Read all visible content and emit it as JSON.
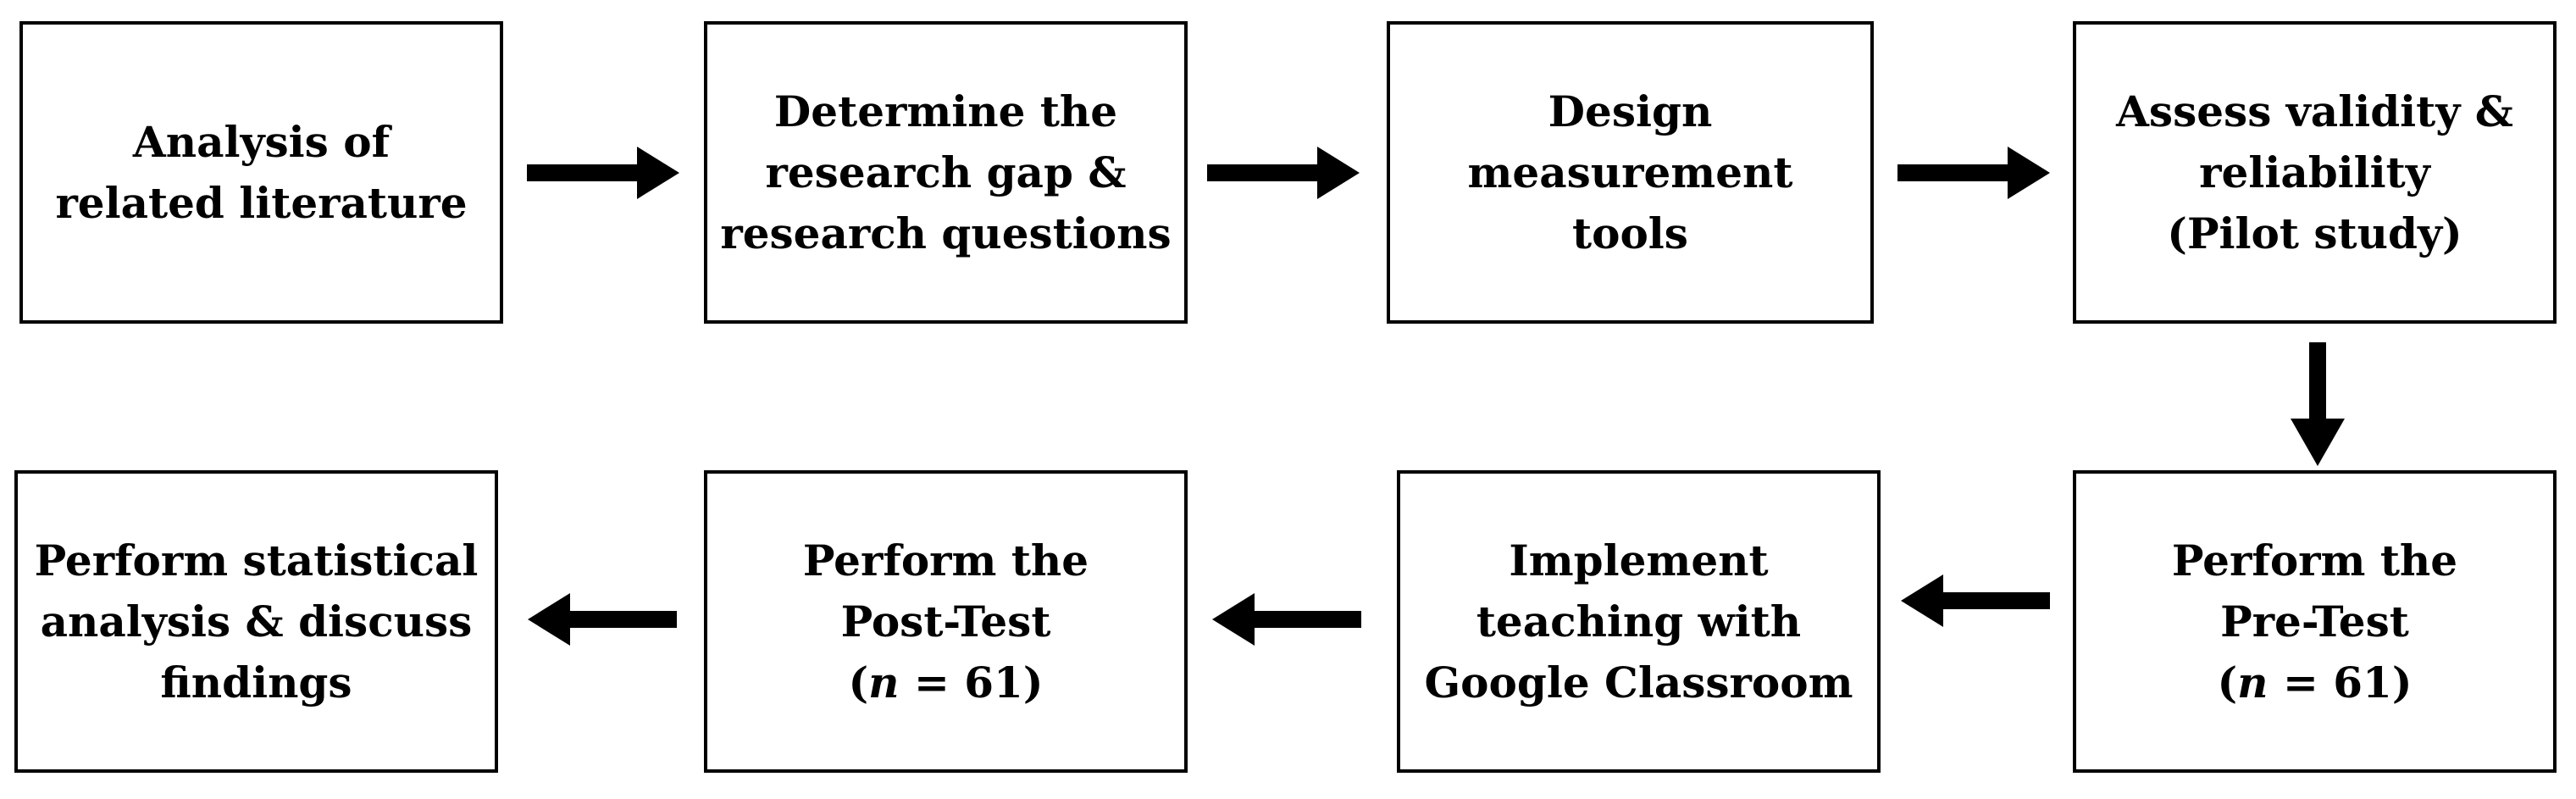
{
  "steps": {
    "s1": {
      "lines": [
        "Analysis  of",
        "related literature"
      ]
    },
    "s2": {
      "lines": [
        "Determine the",
        "research gap &",
        "research questions"
      ]
    },
    "s3": {
      "lines": [
        "Design",
        "measurement",
        "tools"
      ]
    },
    "s4": {
      "lines": [
        "Assess  validity &",
        "reliability",
        "(Pilot study)"
      ]
    },
    "s5": {
      "line1": "Perform the",
      "line2": "Pre-Test",
      "n_open": "(",
      "n_var": "n",
      "n_rest": " = 61)"
    },
    "s6": {
      "lines": [
        "Implement",
        "teaching with",
        "Google Classroom"
      ]
    },
    "s7": {
      "line1": "Perform the",
      "line2": "Post-Test",
      "n_open": "(",
      "n_var": "n",
      "n_rest": " = 61)"
    },
    "s8": {
      "lines": [
        "Perform statistical",
        "analysis & discuss",
        "findings"
      ]
    }
  },
  "colors": {
    "stroke": "#000000",
    "fill": "#ffffff"
  }
}
